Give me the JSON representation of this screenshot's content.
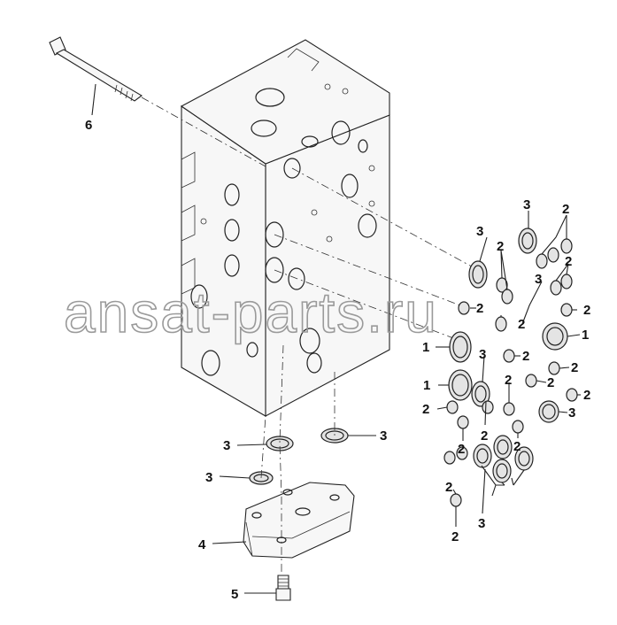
{
  "watermark": "ansat-parts.ru",
  "callouts": {
    "c6": "6",
    "c5": "5",
    "c4": "4",
    "c3": "3",
    "c2": "2",
    "c1": "1"
  }
}
